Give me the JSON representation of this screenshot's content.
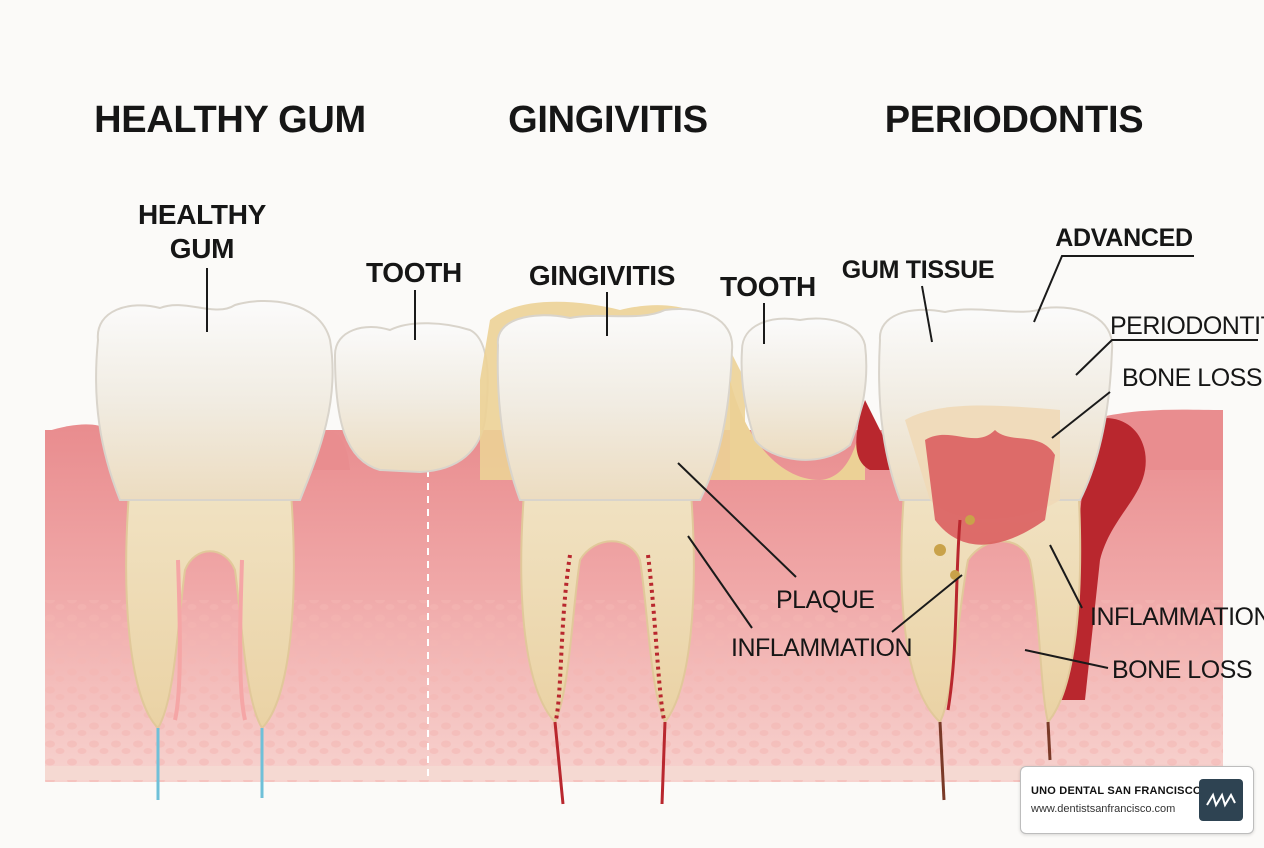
{
  "headers": {
    "healthy": "HEALTHY GUM",
    "gingivitis": "GINGIVITIS",
    "periodontis": "PERIODONTIS"
  },
  "labels": {
    "healthy_gum_line1": "HEALTHY",
    "healthy_gum_line2": "GUM",
    "tooth_1": "TOOTH",
    "gingivitis": "GINGIVITIS",
    "tooth_2": "TOOTH",
    "gum_tissue": "GUM TISSUE",
    "advanced": "ADVANCED",
    "periodontitis": "PERIODONTITIS",
    "bone_loss_top": "BONE LOSS",
    "plaque": "PLAQUE",
    "inflammation_mid": "INFLAMMATION",
    "inflammation_right": "INFLAMMATION",
    "bone_loss_bottom": "BONE LOSS"
  },
  "brand": {
    "name": "UNO DENTAL SAN FRANCISCO",
    "url": "www.dentistsanfrancisco.com"
  },
  "colors": {
    "gum": "#ec9a9c",
    "gum_light": "#f5c5c4",
    "tooth": "#f6f2ea",
    "dentin": "#eedcb6",
    "plaque": "#ecd196",
    "inflamed": "#b9272e"
  }
}
